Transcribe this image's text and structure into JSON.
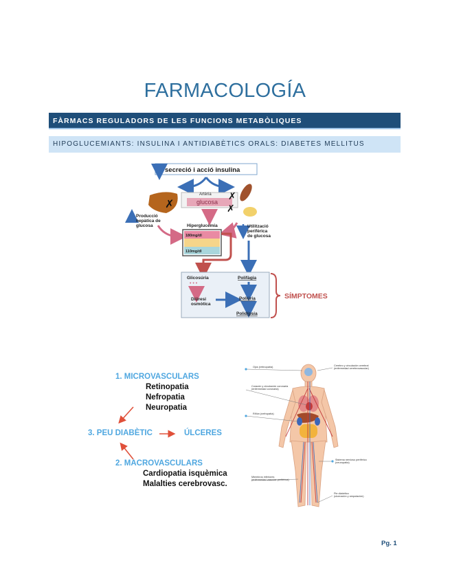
{
  "title": "FARMACOLOGÍA",
  "section_header": "FÀRMACS REGULADORS DE LES FUNCIONS METABÒLIQUES",
  "subsection_header": "HIPOGLUCEMIANTS: INSULINA I ANTIDIABÈTICS ORALS: DIABETES MELLITUS",
  "diagram1": {
    "top_label": "secreció i acció insulina",
    "arteria": "Artèria",
    "glucosa": "glucosa",
    "produccio": [
      "Producció",
      "hepàtica de",
      "glucosa"
    ],
    "hiperglucemia": "Hiperglucèmia",
    "level_high": "180mg/dl",
    "level_low": "110mg/dl",
    "utilitzacio": [
      "Utilització",
      "perifèrica",
      "de glucosa"
    ],
    "glicosuria": "Glicosúria",
    "diuresi": [
      "Diüresi",
      "osmòtica"
    ],
    "polifagia": "Polifàgia",
    "poliuria": "Poliúria",
    "polidipsia": "Polidípsia",
    "simptomes": "SÍMPTOMES"
  },
  "complications": {
    "micro_title": "1. MICROVASCULARS",
    "micro_items": [
      "Retinopatia",
      "Nefropatia",
      "Neuropatia"
    ],
    "peu": "3. PEU DIABÈTIC",
    "ulceres": "ÚLCERES",
    "macro_title": "2. MACROVASCULARS",
    "macro_items": [
      "Cardiopatia isquèmica",
      "Malalties cerebrovasc."
    ]
  },
  "body_labels": {
    "ojos": "Ojos (retinopatía)",
    "cerebro": [
      "Cerebro y circulación cerebral",
      "(enfermedad cerebrovascular)"
    ],
    "corazon": [
      "Corazón y circulación coronaria",
      "(enfermedad coronaria)"
    ],
    "rinon": "Riñón (nefropatía)",
    "sistema": [
      "Sistema nervioso periférico",
      "(neuropatía)"
    ],
    "miembros": [
      "Miembros inferiores",
      "(enfermedad vascular periférica)"
    ],
    "pie": [
      "Pie diabético",
      "(ulceración y amputación)"
    ]
  },
  "page_number": "Pg. 1",
  "colors": {
    "title": "#2e6f9e",
    "band_dark": "#1f4e79",
    "band_light": "#cfe4f6",
    "accent_blue": "#4fa7e0",
    "accent_red": "#e0503a"
  }
}
